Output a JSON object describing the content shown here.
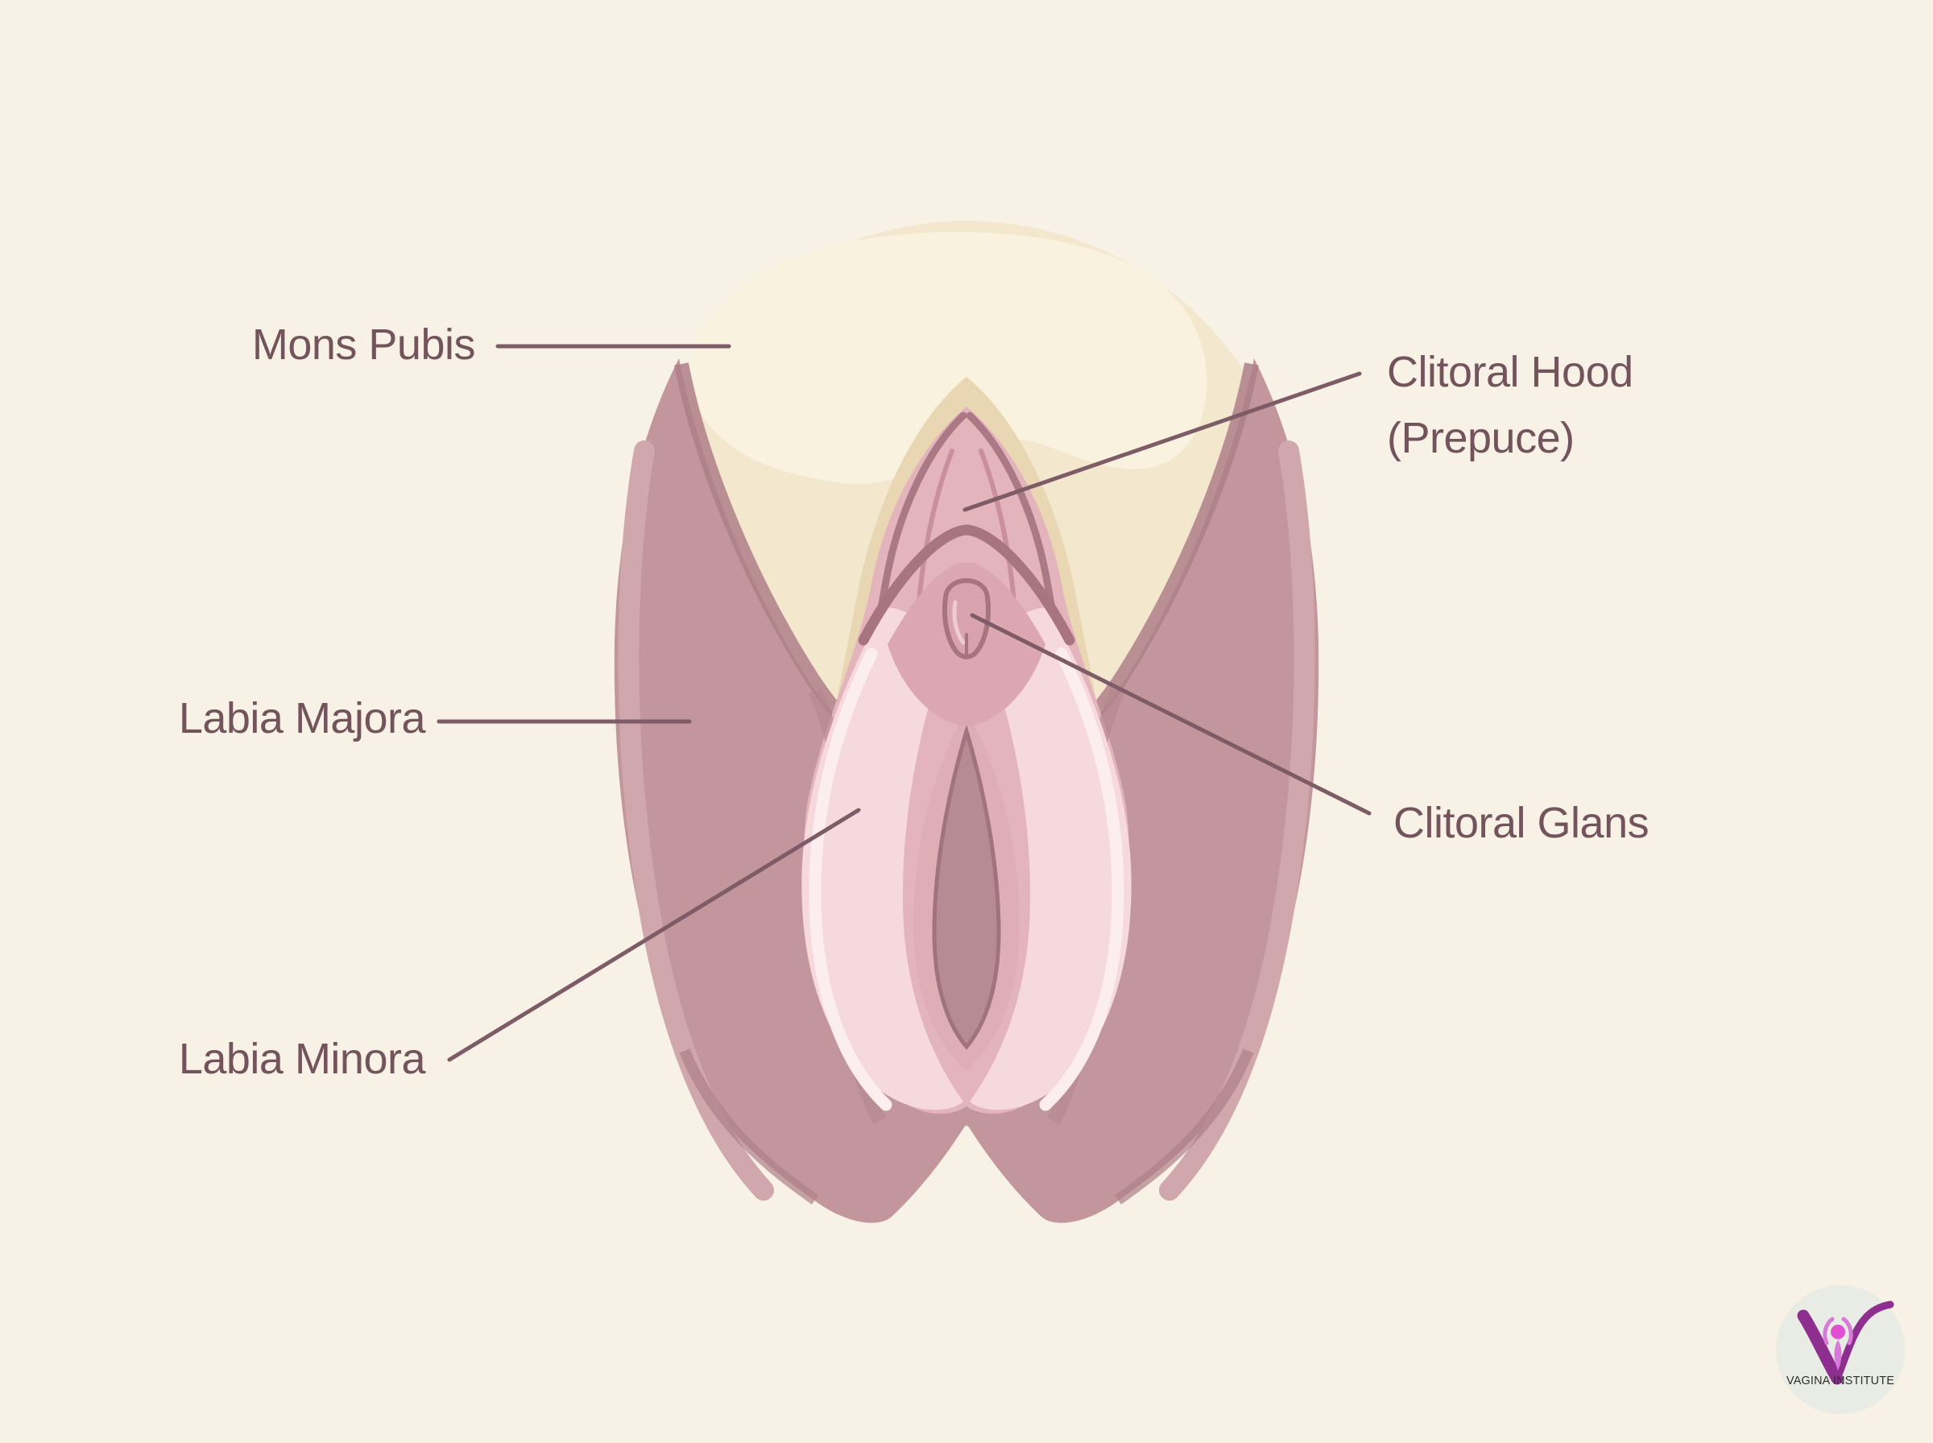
{
  "page": {
    "background_color": "#f8f1e5",
    "label_text_color": "#73545d",
    "leader_line_color": "#7d5c67"
  },
  "labels": {
    "mons_pubis": "Mons Pubis",
    "clitoral_hood_line1": "Clitoral Hood",
    "clitoral_hood_line2": "(Prepuce)",
    "labia_majora": "Labia Majora",
    "clitoral_glans": "Clitoral Glans",
    "labia_minora": "Labia Minora"
  },
  "illustration": {
    "type": "anatomical diagram of the vulva (external female anatomy), front view",
    "parts_depicted": [
      "mons pubis",
      "labia majora",
      "labia minora",
      "clitoral hood (prepuce)",
      "clitoral glans",
      "vestibule opening"
    ],
    "palette": {
      "mons_beige": "#f3e7cd",
      "mons_highlight": "#f9f2de",
      "hood_rim_beige": "#e9d6b3",
      "labia_majora_mauve": "#c2969c",
      "majora_streak": "#cfa7ac",
      "majora_shadow": "#ae7f89",
      "hood_minora_pink": "#e4b4bd",
      "minora_light_pink": "#f5d9dc",
      "minora_highlight": "#fcedee",
      "inner_pink": "#dfadb6",
      "opening_mauve": "#b78b93",
      "outline_dark": "#a8747f",
      "glans_pink": "#d9a3ad"
    }
  },
  "logo": {
    "text": "VAGINA INSTITUTE",
    "circle_color": "#e9ece4",
    "v_color": "#8e2f90",
    "figure_head_color": "#e14fd2",
    "figure_body_color": "#d77ad8",
    "text_color": "#2f2b2d"
  }
}
